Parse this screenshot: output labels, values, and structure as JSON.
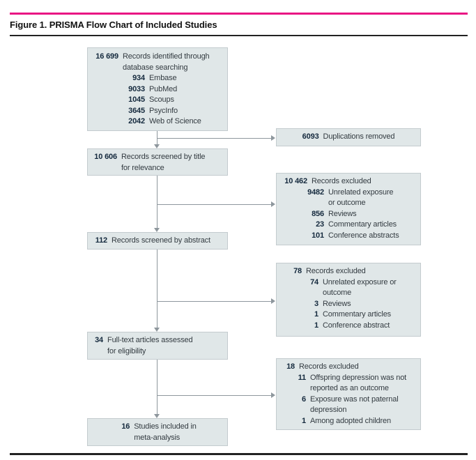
{
  "figure": {
    "title": "Figure 1. PRISMA Flow Chart of Included Studies"
  },
  "colors": {
    "accent_pink": "#e91383",
    "rule_color": "#222222",
    "box_fill": "#e0e7e8",
    "box_border": "#c3cbce",
    "number_color": "#14293d",
    "text_color": "#333b41",
    "connector": "#8e979d"
  },
  "boxes": {
    "identified": {
      "rows": [
        {
          "num": "16 699",
          "text": "Records identified through\ndatabase searching",
          "level": 0
        },
        {
          "num": "934",
          "text": "Embase",
          "level": 1
        },
        {
          "num": "9033",
          "text": "PubMed",
          "level": 1
        },
        {
          "num": "1045",
          "text": "Scoups",
          "level": 1
        },
        {
          "num": "3645",
          "text": "PsycInfo",
          "level": 1
        },
        {
          "num": "2042",
          "text": "Web of Science",
          "level": 1
        }
      ]
    },
    "duplications": {
      "rows": [
        {
          "num": "6093",
          "text": "Duplications removed",
          "level": 0
        }
      ]
    },
    "screened_title": {
      "rows": [
        {
          "num": "10 606",
          "text": "Records screened by title\nfor relevance",
          "level": 0
        }
      ]
    },
    "excluded_title": {
      "rows": [
        {
          "num": "10 462",
          "text": "Records excluded",
          "level": 0
        },
        {
          "num": "9482",
          "text": "Unrelated exposure\nor outcome",
          "level": 1
        },
        {
          "num": "856",
          "text": "Reviews",
          "level": 1
        },
        {
          "num": "23",
          "text": "Commentary articles",
          "level": 1
        },
        {
          "num": "101",
          "text": "Conference abstracts",
          "level": 1
        }
      ]
    },
    "screened_abstract": {
      "rows": [
        {
          "num": "112",
          "text": "Records screened by abstract",
          "level": 0
        }
      ]
    },
    "excluded_abstract": {
      "rows": [
        {
          "num": "78",
          "text": "Records excluded",
          "level": 0
        },
        {
          "num": "74",
          "text": "Unrelated exposure or\noutcome",
          "level": 1
        },
        {
          "num": "3",
          "text": "Reviews",
          "level": 1
        },
        {
          "num": "1",
          "text": "Commentary articles",
          "level": 1
        },
        {
          "num": "1",
          "text": "Conference abstract",
          "level": 1
        }
      ]
    },
    "fulltext": {
      "rows": [
        {
          "num": "34",
          "text": "Full-text articles assessed\nfor eligibility",
          "level": 0
        }
      ]
    },
    "excluded_fulltext": {
      "rows": [
        {
          "num": "18",
          "text": "Records excluded",
          "level": 0
        },
        {
          "num": "11",
          "text": "Offspring depression was not\nreported as an outcome",
          "level": 1
        },
        {
          "num": "6",
          "text": "Exposure was not paternal\ndepression",
          "level": 1
        },
        {
          "num": "1",
          "text": "Among adopted children",
          "level": 1
        }
      ]
    },
    "included": {
      "rows": [
        {
          "num": "16",
          "text": "Studies included in\nmeta-analysis",
          "level": 0
        }
      ]
    }
  }
}
